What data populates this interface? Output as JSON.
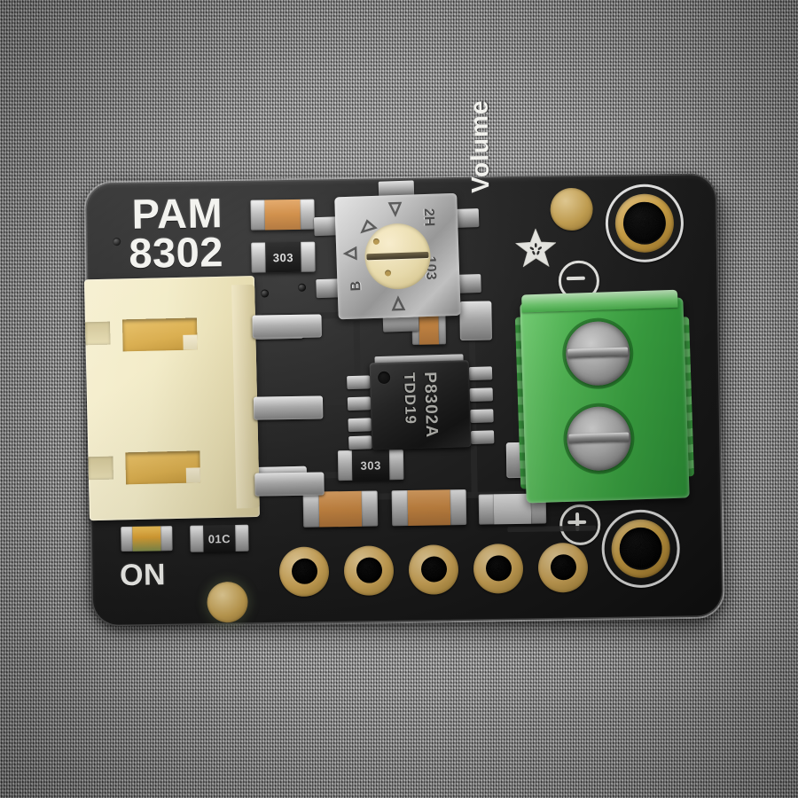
{
  "scene": {
    "subject": "PAM8302 mono amplifier breakout board photograph",
    "background_color": "#8e8e8e",
    "pcb_color": "#1a1a1a",
    "silkscreen_color": "#f2f2ee"
  },
  "silkscreen": {
    "part_line1": "PAM",
    "part_line2": "8302",
    "power_label": "ON",
    "volume_label": "Volume",
    "logo_name": "adafruit-flower-logo",
    "negative_symbol": "⊖",
    "positive_symbol": "⊕"
  },
  "components": {
    "potentiometer": {
      "name": "volume-trim-potentiometer",
      "marking_left": "B",
      "marking_right_top": "2H",
      "marking_right_bottom": "103",
      "body_color": "#b8b8b8",
      "wiper_color": "#eddfae"
    },
    "amplifier_ic": {
      "name": "pam8302a-amplifier-ic",
      "line1": "P8302A",
      "line2": "TDD19",
      "package": "MSOP-8",
      "body_color": "#262626"
    },
    "terminal_block": {
      "name": "speaker-terminal-block",
      "color": "#47b44c",
      "positions": 2,
      "screw_count": 2
    },
    "jst_connector": {
      "name": "jst-ph-audio-input-connector",
      "color": "#f3ecc8",
      "pin_count": 3
    },
    "resistors": [
      {
        "name": "resistor-303-top",
        "marking": "303"
      },
      {
        "name": "resistor-303-mid",
        "marking": "303"
      },
      {
        "name": "resistor-01c-bottom",
        "marking": "01C"
      }
    ],
    "capacitors": [
      {
        "name": "capacitor-tan-top",
        "color": "#cf8c45"
      },
      {
        "name": "capacitor-tan-bottom-left",
        "color": "#cf8c45"
      },
      {
        "name": "capacitor-tan-bottom-mid",
        "color": "#cf8c45"
      },
      {
        "name": "capacitor-white-bottom-right",
        "color": "#cfcfcf"
      }
    ],
    "power_led": {
      "name": "power-indicator-led",
      "color": "#e0a93a"
    }
  },
  "connectors": {
    "header_holes": [
      {
        "name": "header-hole-1"
      },
      {
        "name": "header-hole-2"
      },
      {
        "name": "header-hole-3"
      },
      {
        "name": "header-hole-4"
      },
      {
        "name": "header-hole-5"
      }
    ],
    "mounting_holes": [
      {
        "name": "mounting-hole-top-right"
      },
      {
        "name": "mounting-hole-bottom-right"
      }
    ]
  }
}
